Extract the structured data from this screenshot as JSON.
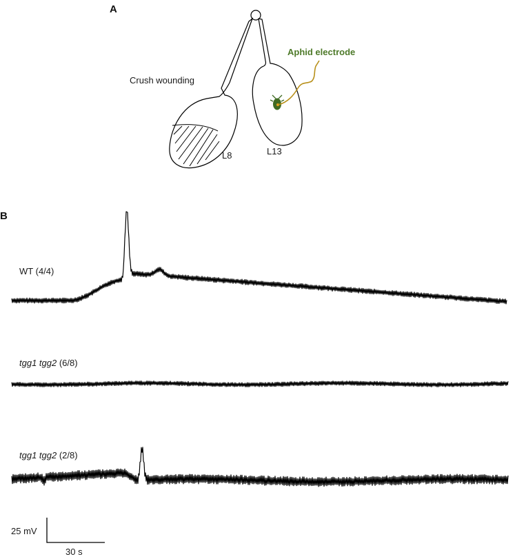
{
  "panel_a": {
    "letter": "A",
    "crush_label": "Crush wounding",
    "leaf_left_label": "L8",
    "leaf_right_label": "L13",
    "electrode_label": "Aphid electrode",
    "colors": {
      "electrode_text": "#4e7a2a",
      "electrode_wire": "#b8901a",
      "aphid": "#3f6b22"
    }
  },
  "panel_b": {
    "letter": "B",
    "traces": [
      {
        "genotype": "WT",
        "count": "(4/4)",
        "italic": false
      },
      {
        "genotype": "tgg1 tgg2",
        "count": "(6/8)",
        "italic": true
      },
      {
        "genotype": "tgg1 tgg2",
        "count": "(2/8)",
        "italic": true
      }
    ],
    "scale_bar": {
      "voltage": "25 mV",
      "time": "30 s"
    }
  }
}
